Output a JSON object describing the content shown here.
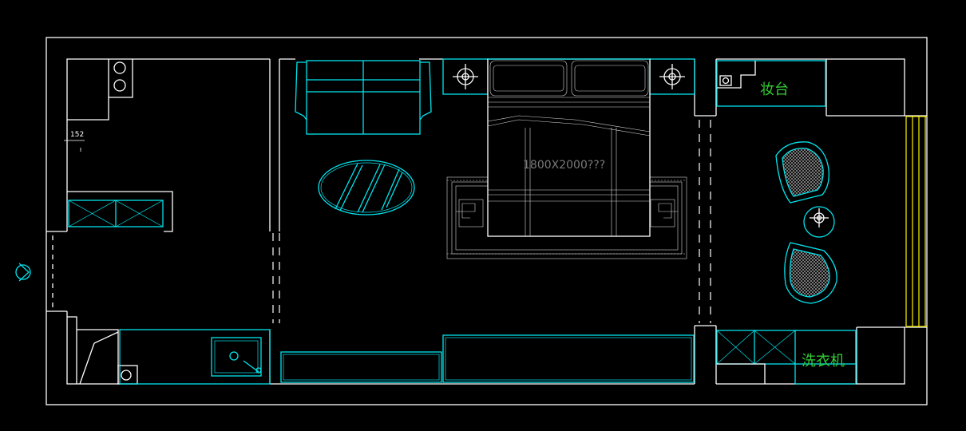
{
  "labels": {
    "vanity": "妆台",
    "washing_machine": "洗衣机",
    "bed_size": "1800X2000???",
    "dimension": "152"
  },
  "colors": {
    "background": "#000000",
    "wall": "#ffffff",
    "furniture": "#00e5ee",
    "label_text": "#33cc33",
    "bed_text": "#7a7a7a",
    "window": "#e8e000"
  }
}
